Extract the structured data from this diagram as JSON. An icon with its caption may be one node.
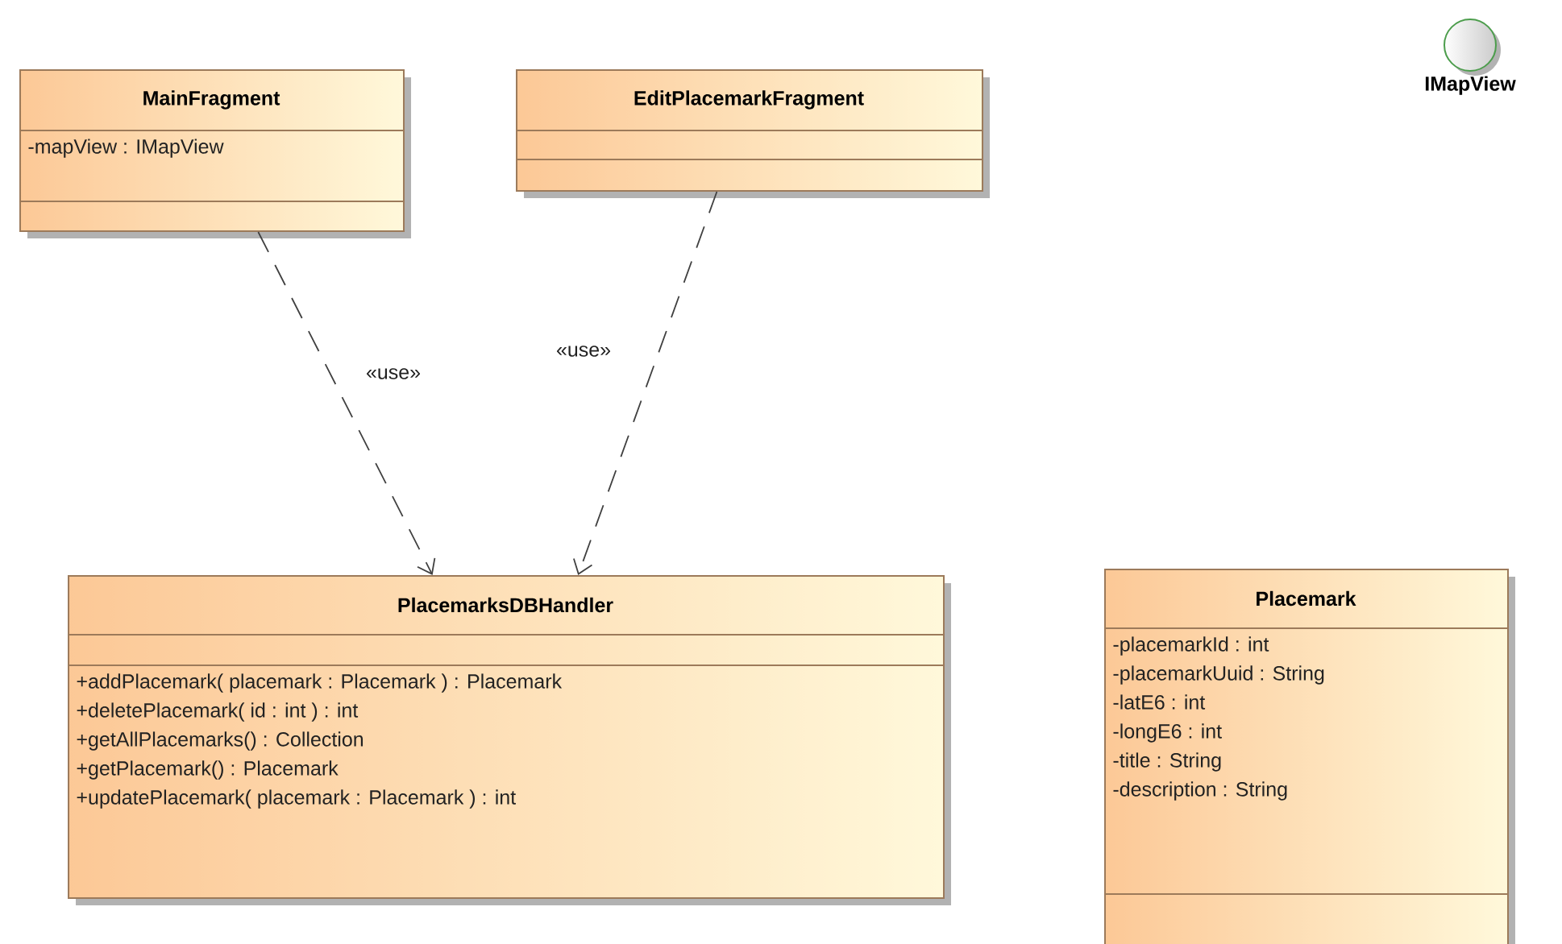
{
  "diagram": {
    "nodes": [
      {
        "text": [
          "MainFragment",
          "-mapView : IMapView"
        ]
      },
      {
        "text": [
          "EditPlacemarkFragment"
        ]
      },
      {
        "text": [
          "PlacemarksDBHandler",
          "+addPlacemark( placemark : Placemark ) : Placemark",
          "+deletePlacemark( id : int ) : int",
          "+getAllPlacemarks() : Collection",
          "+getPlacemark() : Placemark",
          "+updatePlacemark( placemark : Placemark ) : int"
        ]
      },
      {
        "text": [
          "IMapView"
        ]
      },
      {
        "text": [
          "Placemark",
          "-placemarkId : int",
          "-placemarkUuid : String",
          "-latE6 : int",
          "-longE6 : int",
          "-title : String",
          "-description : String"
        ]
      }
    ],
    "edges": [
      {
        "from": 0,
        "to": 2,
        "arrow": "to",
        "style": "dashed",
        "label": "«use»"
      },
      {
        "from": 1,
        "to": 2,
        "arrow": "to",
        "style": "dashed",
        "label": "«use»"
      }
    ]
  }
}
